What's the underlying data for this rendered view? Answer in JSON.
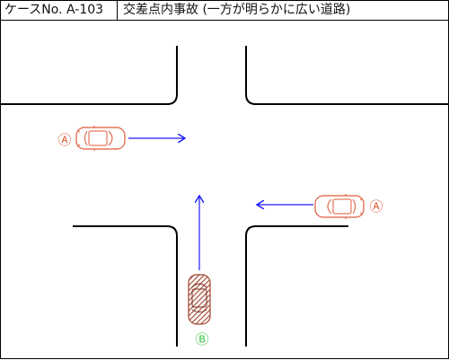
{
  "header": {
    "case_no": "ケースNo. A-103",
    "title": "交差点内事故 (一方が明らかに広い道路)"
  },
  "vehicles": [
    {
      "id": "A-left",
      "label": "Ⓐ",
      "color": "#e05a3a"
    },
    {
      "id": "A-right",
      "label": "Ⓐ",
      "color": "#e05a3a"
    },
    {
      "id": "B",
      "label": "Ⓑ",
      "color": "#3cc34a"
    }
  ],
  "colors": {
    "road_line": "#000000",
    "arrow": "#1a1aff",
    "car_a": "#e05a3a",
    "car_b": "#a3432c"
  }
}
